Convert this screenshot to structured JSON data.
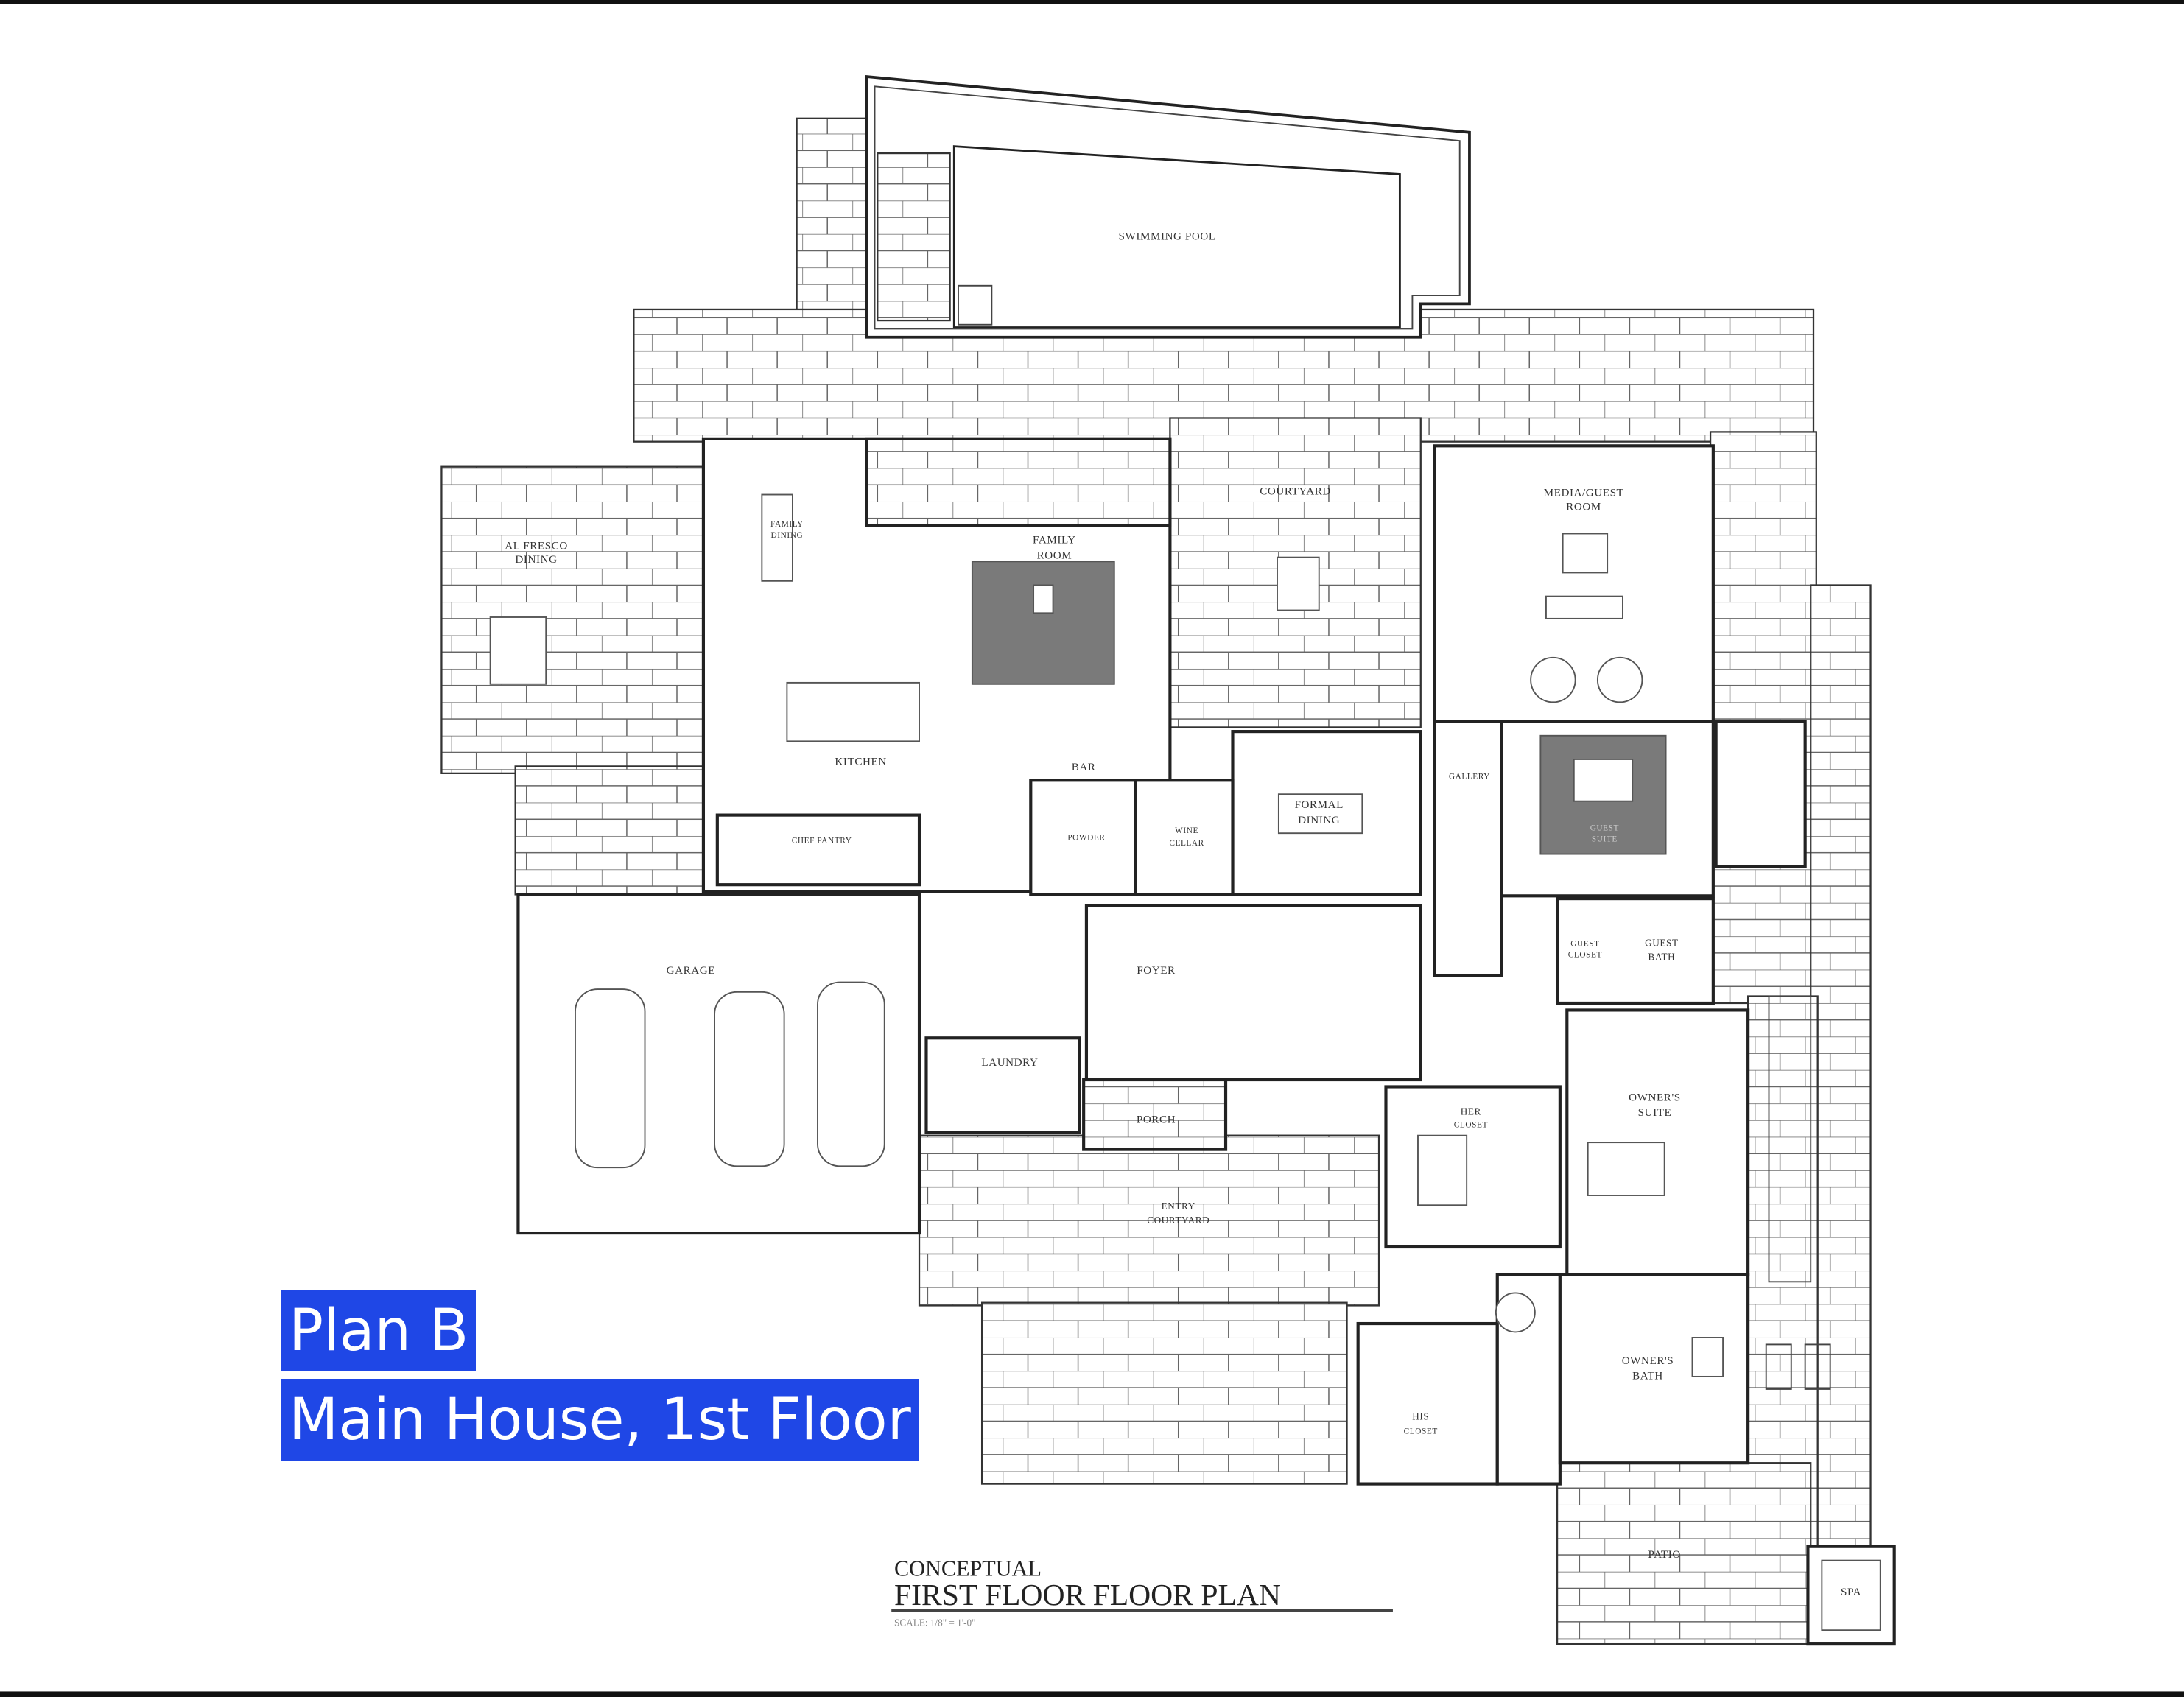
{
  "overlay": {
    "plan_label": "Plan B",
    "floor_label": "Main House, 1st Floor",
    "highlight_color": "#1f47e6"
  },
  "title_block": {
    "subtitle": "CONCEPTUAL",
    "title": "FIRST FLOOR FLOOR PLAN",
    "scale": "SCALE: 1/8\" = 1'-0\""
  },
  "rooms": {
    "pool": "SWIMMING POOL",
    "al_fresco": [
      "AL FRESCO",
      "DINING"
    ],
    "family_dining": [
      "FAMILY",
      "DINING"
    ],
    "family_room": [
      "FAMILY",
      "ROOM"
    ],
    "courtyard": "COURTYARD",
    "media_room": [
      "MEDIA/GUEST",
      "ROOM"
    ],
    "kitchen": "KITCHEN",
    "bar": "BAR",
    "chef_pantry": "CHEF PANTRY",
    "powder": "POWDER",
    "wine_cellar": [
      "WINE",
      "CELLAR"
    ],
    "formal_dining": [
      "FORMAL",
      "DINING"
    ],
    "gallery": "GALLERY",
    "guest_suite": [
      "GUEST",
      "SUITE"
    ],
    "guest_closet": [
      "GUEST",
      "CLOSET"
    ],
    "guest_bath": [
      "GUEST",
      "BATH"
    ],
    "garage": "GARAGE",
    "foyer": "FOYER",
    "laundry": "LAUNDRY",
    "porch": "PORCH",
    "entry_courtyard": [
      "ENTRY",
      "COURTYARD"
    ],
    "owners_suite": [
      "OWNER'S",
      "SUITE"
    ],
    "her_closet": [
      "HER",
      "CLOSET"
    ],
    "his_closet": [
      "HIS",
      "CLOSET"
    ],
    "owners_bath": [
      "OWNER'S",
      "BATH"
    ],
    "patio": "PATIO",
    "spa": "SPA"
  }
}
